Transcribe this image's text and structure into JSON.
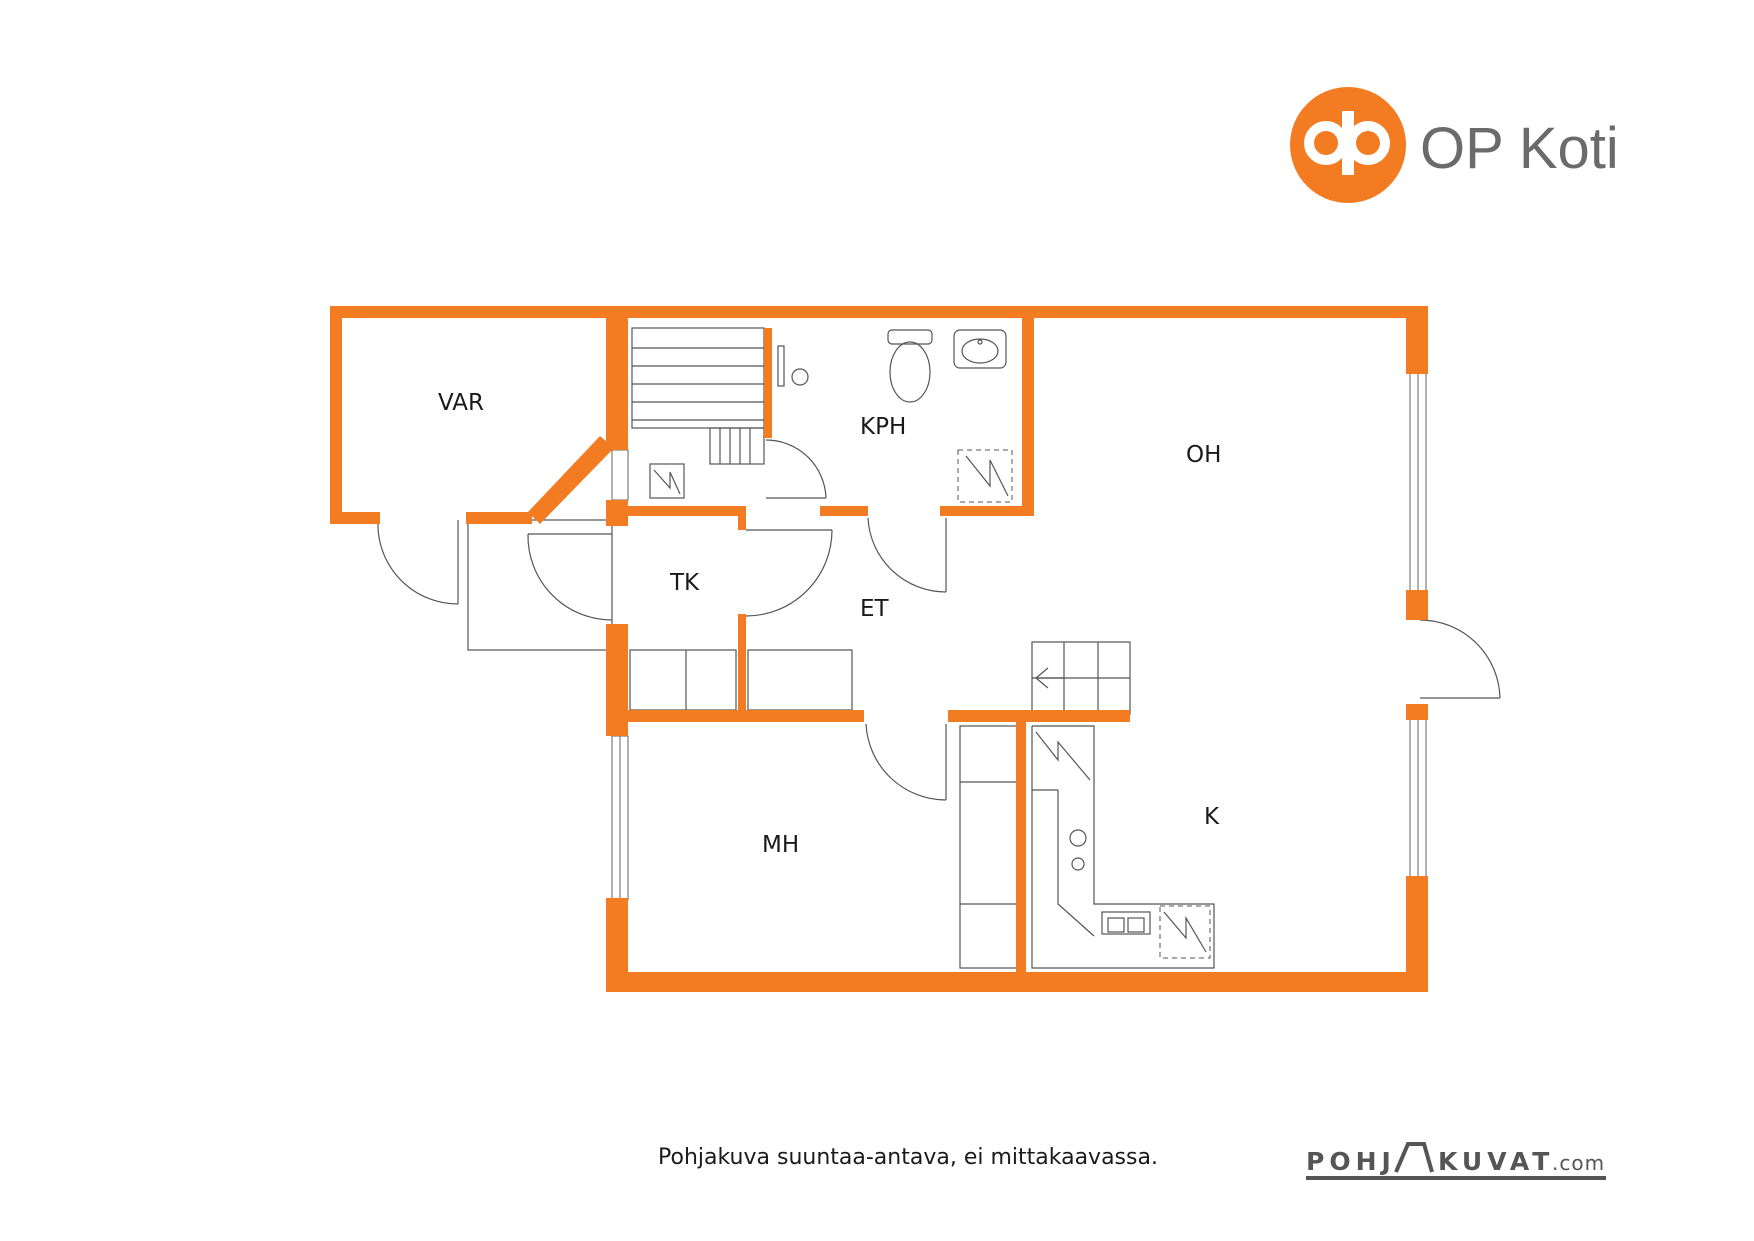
{
  "brand": {
    "name": "OP Koti",
    "color": "#f37c22",
    "logo_icon": "op-logo-icon"
  },
  "rooms": {
    "var": "VAR",
    "kph": "KPH",
    "oh": "OH",
    "tk": "TK",
    "et": "ET",
    "mh": "MH",
    "k": "K"
  },
  "footer": {
    "disclaimer": "Pohjakuva suuntaa-antava, ei mittakaavassa.",
    "credit_left": "POHJ",
    "credit_right": "KUVAT",
    "credit_suffix": ".com"
  },
  "colors": {
    "wall": "#f37c22",
    "line": "#555555",
    "credit": "#555555"
  }
}
